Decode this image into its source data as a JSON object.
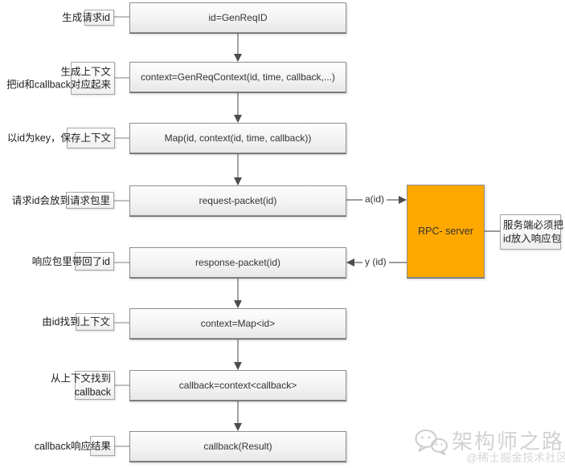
{
  "diagram": {
    "title_hint": "RPC client async callback flow",
    "steps": [
      {
        "box": "id=GenReqID",
        "note": "生成请求id"
      },
      {
        "box": "context=GenReqContext(id, time, callback,...)",
        "note": "生成上下文\n把id和callback对应起来"
      },
      {
        "box": "Map(id, context(id, time, callback))",
        "note": "以id为key，保存上下文"
      },
      {
        "box": "request-packet(id)",
        "note": "请求id会放到请求包里"
      },
      {
        "box": "response-packet(id)",
        "note": "响应包里带回了id"
      },
      {
        "box": "context=Map<id>",
        "note": "由id找到上下文"
      },
      {
        "box": "callback=context<callback>",
        "note": "从上下文找到\ncallback"
      },
      {
        "box": "callback(Result)",
        "note": "callback响应结果"
      }
    ],
    "server": {
      "label": "RPC- server",
      "note": "服务端必须把\nid放入响应包",
      "fill_color": "#FFA800"
    },
    "edges": {
      "request_label": "a(id)",
      "response_label": "y (id)"
    },
    "colors": {
      "line": "#7a7a7a",
      "arrowhead": "#4d4d4d",
      "box_border": "#8f8f8f"
    }
  },
  "watermark": {
    "icon": "wechat-icon",
    "title": "架构师之路",
    "subtitle": "@稀土掘金技术社区",
    "color": "#d2d2d2"
  }
}
